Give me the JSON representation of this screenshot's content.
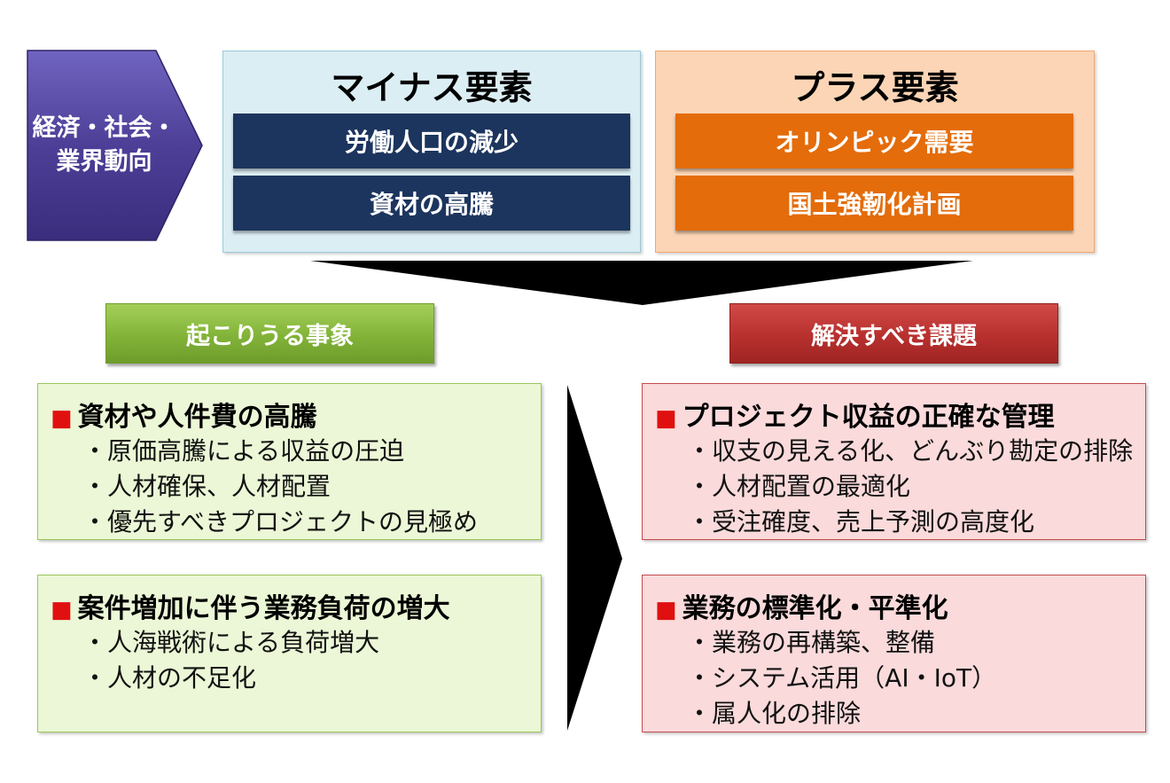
{
  "trends": {
    "lines": [
      "経済・社会・",
      "業界動向"
    ]
  },
  "minus": {
    "title": "マイナス要素",
    "items": [
      "労働人口の減少",
      "資材の高騰"
    ]
  },
  "plus": {
    "title": "プラス要素",
    "items": [
      "オリンピック需要",
      "国土強靭化計画"
    ]
  },
  "events": {
    "header": "起こりうる事象",
    "groups": [
      {
        "title": "資材や人件費の高騰",
        "items": [
          "・原価高騰による収益の圧迫",
          "・人材確保、人材配置",
          "・優先すべきプロジェクトの見極め"
        ]
      },
      {
        "title": "案件増加に伴う業務負荷の増大",
        "items": [
          "・人海戦術による負荷増大",
          "・人材の不足化"
        ]
      }
    ]
  },
  "issues": {
    "header": "解決すべき課題",
    "groups": [
      {
        "title": "プロジェクト収益の正確な管理",
        "items": [
          "・収支の見える化、どんぶり勘定の排除",
          "・人材配置の最適化",
          "・受注確度、売上予測の高度化"
        ]
      },
      {
        "title": "業務の標準化・平準化",
        "items": [
          "・業務の再構築、整備",
          "・システム活用（AI・IoT）",
          "・属人化の排除"
        ]
      }
    ]
  },
  "bullet_marker": "■",
  "colors": {
    "chevron": "#4d3f97",
    "minus_bar": "#1c355e",
    "plus_bar": "#e46c0a",
    "events_header": "#82b338",
    "issues_header": "#b8302e",
    "marker": "#e01010"
  }
}
